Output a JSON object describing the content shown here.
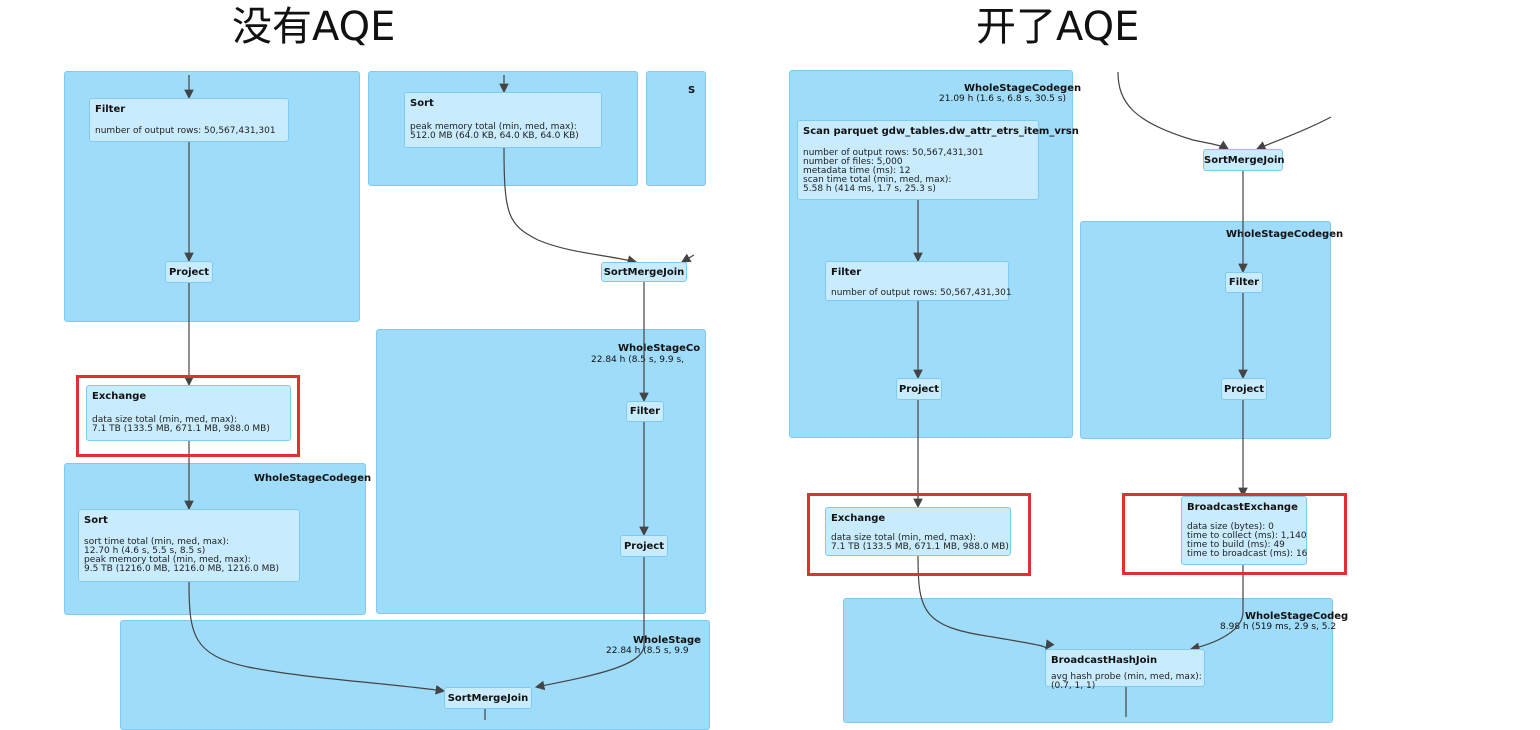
{
  "titles": {
    "left": "没有AQE",
    "right": "开了AQE"
  },
  "colors": {
    "cluster": "#9fdcfa",
    "node": "#c8ecfd",
    "highlight": "#e03131",
    "edge": "#444444"
  },
  "left": {
    "filter": {
      "title": "Filter",
      "detail": "number of output rows: 50,567,431,301"
    },
    "project_a": {
      "title": "Project"
    },
    "sort_top": {
      "title": "Sort",
      "detail": "peak memory total (min, med, max):\n512.0 MB (64.0 KB, 64.0 KB, 64.0 KB)"
    },
    "smj_top": {
      "title": "SortMergeJoin"
    },
    "exchange": {
      "title": "Exchange",
      "detail": "data size total (min, med, max):\n7.1 TB (133.5 MB, 671.1 MB, 988.0 MB)"
    },
    "wsc_mid": {
      "label": "WholeStageCo",
      "sub": "22.84 h (8.5 s, 9.9 s,"
    },
    "filter_b": {
      "title": "Filter"
    },
    "project_b": {
      "title": "Project"
    },
    "wsc_sort": {
      "label": "WholeStageCodegen"
    },
    "sort_bottom": {
      "title": "Sort",
      "detail": "sort time total (min, med, max):\n12.70 h (4.6 s, 5.5 s, 8.5 s)\npeak memory total (min, med, max):\n9.5 TB (1216.0 MB, 1216.0 MB, 1216.0 MB)"
    },
    "wsc_bottom": {
      "label": "WholeStage",
      "sub": "22.84 h (8.5 s, 9.9"
    },
    "smj_bottom": {
      "title": "SortMergeJoin"
    },
    "cut_label": {
      "label": "S"
    }
  },
  "right": {
    "wsc_scan": {
      "label": "WholeStageCodegen",
      "sub": "21.09 h (1.6 s, 6.8 s, 30.5 s)"
    },
    "scan": {
      "title": "Scan parquet gdw_tables.dw_attr_etrs_item_vrsn",
      "detail": "number of output rows: 50,567,431,301\nnumber of files: 5,000\nmetadata time (ms): 12\nscan time total (min, med, max):\n5.58 h (414 ms, 1.7 s, 25.3 s)"
    },
    "filter": {
      "title": "Filter",
      "detail": "number of output rows: 50,567,431,301"
    },
    "project": {
      "title": "Project"
    },
    "smj": {
      "title": "SortMergeJoin"
    },
    "wsc_right": {
      "label": "WholeStageCodegen"
    },
    "filter_b": {
      "title": "Filter"
    },
    "project_b": {
      "title": "Project"
    },
    "exchange": {
      "title": "Exchange",
      "detail": "data size total (min, med, max):\n7.1 TB (133.5 MB, 671.1 MB, 988.0 MB)"
    },
    "bcast": {
      "title": "BroadcastExchange",
      "detail": "data size (bytes): 0\ntime to collect (ms): 1,140\ntime to build (ms): 49\ntime to broadcast (ms): 16"
    },
    "wsc_bottom": {
      "label": "WholeStageCodeg",
      "sub": "8.98 h (519 ms, 2.9 s, 5.2"
    },
    "bhj": {
      "title": "BroadcastHashJoin",
      "detail": "avg hash probe (min, med, max):\n(0.7, 1, 1)"
    }
  }
}
